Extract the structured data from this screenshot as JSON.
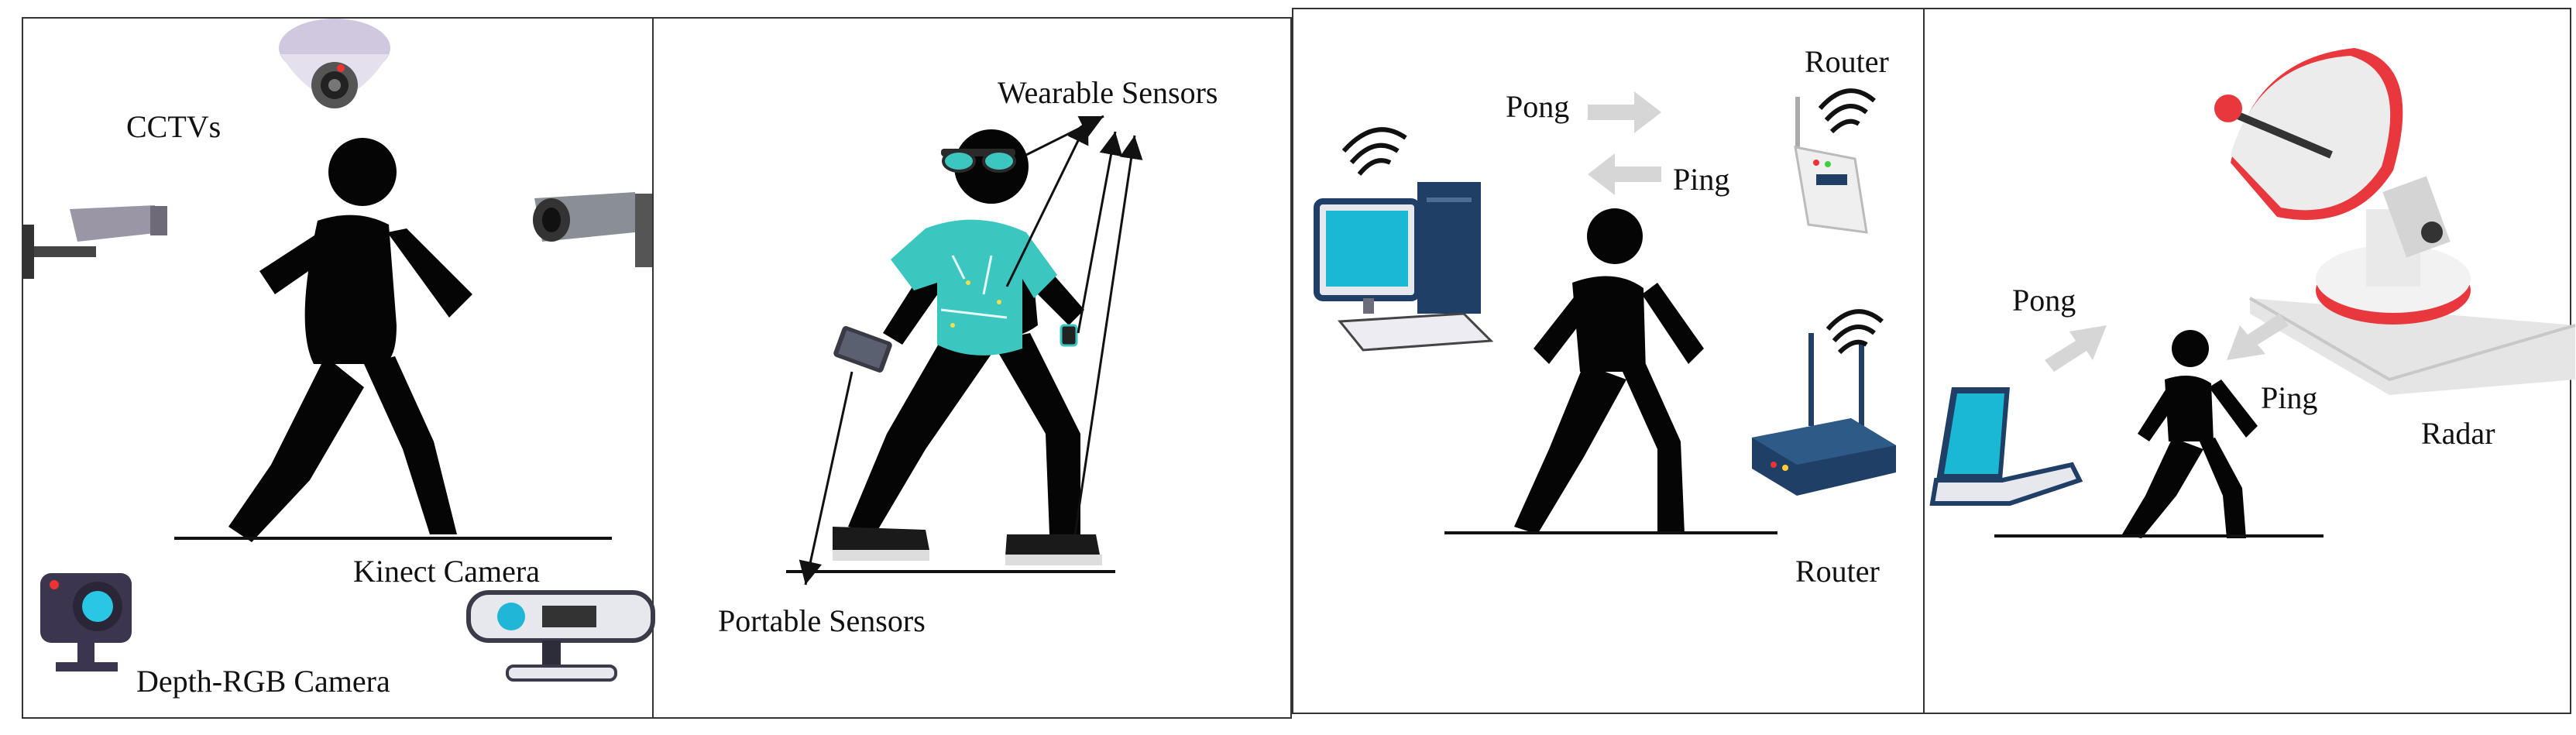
{
  "panels": [
    {
      "name": "vision-based",
      "labels": {
        "cctvs": "CCTVs",
        "kinect": "Kinect Camera",
        "depth_rgb": "Depth-RGB Camera"
      }
    },
    {
      "name": "sensor-based",
      "labels": {
        "wearable": "Wearable Sensors",
        "portable": "Portable Sensors"
      }
    },
    {
      "name": "wifi-based",
      "labels": {
        "pong": "Pong",
        "ping": "Ping",
        "router_top": "Router",
        "router_bottom": "Router"
      }
    },
    {
      "name": "radar-based",
      "labels": {
        "pong": "Pong",
        "ping": "Ping",
        "radar": "Radar"
      }
    }
  ],
  "colors": {
    "figure": "#050505",
    "border": "#333333",
    "shirt": "#3cc6c0",
    "screen": "#1bb8d6",
    "router_blue": "#1f3f66",
    "radar_red": "#e8383d",
    "arrow_gray": "#d6d6d6",
    "dome_purple": "#d9d4e6"
  }
}
